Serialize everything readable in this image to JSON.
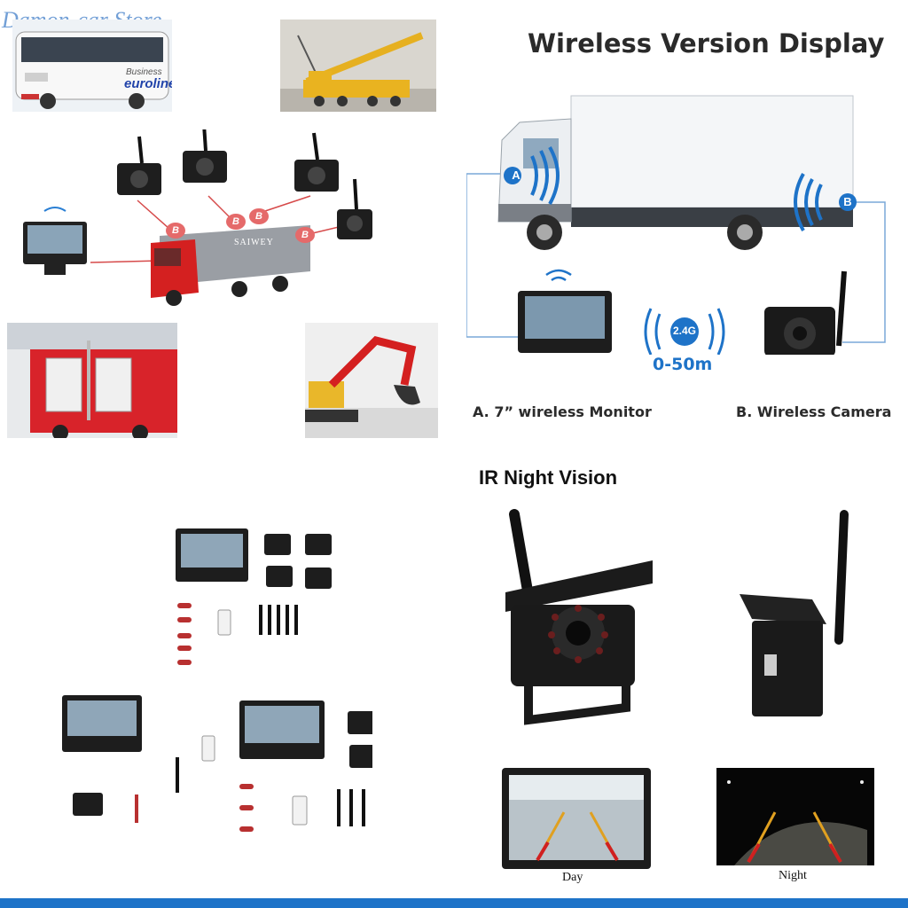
{
  "watermark": "Damon-car Store",
  "scene": {
    "bus_text_line1": "Business",
    "bus_text_line2": "eurolines",
    "truck_brand": "SAIWEY",
    "badge_b": "B"
  },
  "wireless": {
    "title": "Wireless Version Display",
    "label_a": "A",
    "label_b": "B",
    "freq": "2.4G",
    "range": "0-50m",
    "monitor_caption": "A. 7” wireless Monitor",
    "camera_caption": "B. Wireless Camera"
  },
  "night": {
    "title": "IR Night Vision",
    "day_label": "Day",
    "night_label": "Night"
  },
  "colors": {
    "accent_blue": "#1e73c8",
    "badge_red": "#e56a6a",
    "truck_red": "#d42020"
  }
}
